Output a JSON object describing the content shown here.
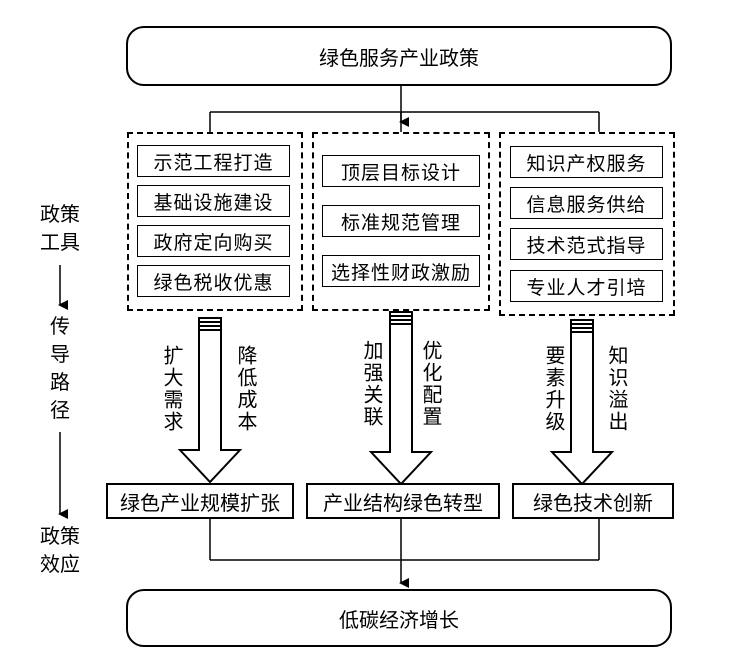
{
  "top": "绿色服务产业政策",
  "bottom": "低碳经济增长",
  "side": {
    "tools": [
      "政策",
      "工具"
    ],
    "path": [
      "传",
      "导",
      "路",
      "径"
    ],
    "effect": [
      "政策",
      "效应"
    ]
  },
  "groups": [
    {
      "items": [
        "示范工程打造",
        "基础设施建设",
        "政府定向购买",
        "绿色税收优惠"
      ],
      "left_label": "扩大需求",
      "right_label": "降低成本",
      "effect": "绿色产业规模扩张"
    },
    {
      "items": [
        "顶层目标设计",
        "标准规范管理",
        "选择性财政激励"
      ],
      "left_label": "加强关联",
      "right_label": "优化配置",
      "effect": "产业结构绿色转型"
    },
    {
      "items": [
        "知识产权服务",
        "信息服务供给",
        "技术范式指导",
        "专业人才引培"
      ],
      "left_label": "要素升级",
      "right_label": "知识溢出",
      "effect": "绿色技术创新"
    }
  ]
}
